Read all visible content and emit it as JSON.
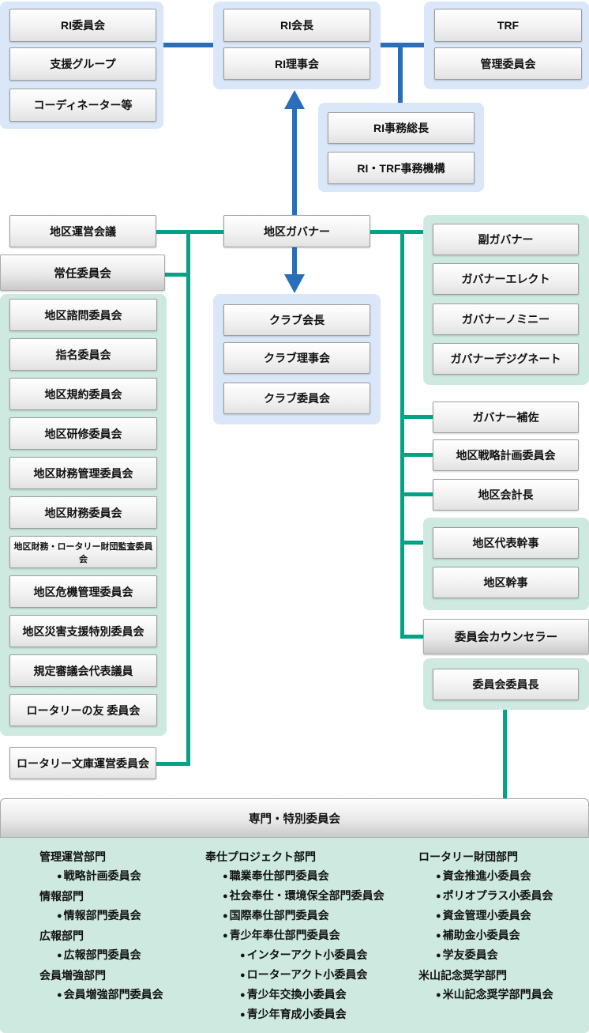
{
  "colors": {
    "line_blue": "#2a6db9",
    "line_teal": "#00a385",
    "panel_blue": "#dae7f8",
    "panel_mint": "#cde9e0"
  },
  "icons": {
    "bullet": "●"
  },
  "top_left": {
    "items": [
      "RI委員会",
      "支援グループ",
      "コーディネーター等"
    ]
  },
  "top_center": {
    "items": [
      "RI会長",
      "RI理事会"
    ]
  },
  "top_right": {
    "items": [
      "TRF",
      "管理委員会"
    ]
  },
  "secretariat": {
    "items": [
      "RI事務総長",
      "RI・TRF事務機構"
    ]
  },
  "district": {
    "council": "地区運営会議",
    "governor": "地区ガバナー"
  },
  "standing": {
    "header": "常任委員会",
    "items": [
      "地区諮問委員会",
      "指名委員会",
      "地区規約委員会",
      "地区研修委員会",
      "地区財務管理委員会",
      "地区財務委員会",
      "地区財務・ロータリー財団監査委員会",
      "地区危機管理委員会",
      "地区災害支援特別委員会",
      "規定審議会代表議員",
      "ロータリーの友 委員会"
    ]
  },
  "bunko": "ロータリー文庫運営委員会",
  "club": {
    "items": [
      "クラブ会長",
      "クラブ理事会",
      "クラブ委員会"
    ]
  },
  "governor_line": {
    "items": [
      "副ガバナー",
      "ガバナーエレクト",
      "ガバナーノミニー",
      "ガバナーデジグネート"
    ]
  },
  "district_officers": [
    "ガバナー補佐",
    "地区戦略計画委員会",
    "地区会計長"
  ],
  "secretaries": {
    "items": [
      "地区代表幹事",
      "地区幹事"
    ]
  },
  "counselor": "委員会カウンセラー",
  "chair": "委員会委員長",
  "special": {
    "header": "専門・特別委員会",
    "col1": {
      "groups": [
        {
          "heading": "管理運営部門",
          "items": [
            "戦略計画委員会"
          ]
        },
        {
          "heading": "情報部門",
          "items": [
            "情報部門委員会"
          ]
        },
        {
          "heading": "広報部門",
          "items": [
            "広報部門委員会"
          ]
        },
        {
          "heading": "会員増強部門",
          "items": [
            "会員増強部門委員会"
          ]
        }
      ]
    },
    "col2": {
      "groups": [
        {
          "heading": "奉仕プロジェクト部門",
          "items": [
            "職業奉仕部門委員会",
            "社会奉仕・環境保全部門委員会",
            "国際奉仕部門委員会",
            "青少年奉仕部門委員会"
          ],
          "subitems": [
            "インターアクト小委員会",
            "ローターアクト小委員会",
            "青少年交換小委員会",
            "青少年育成小委員会"
          ]
        }
      ]
    },
    "col3": {
      "groups": [
        {
          "heading": "ロータリー財団部門",
          "items": [
            "資金推進小委員会",
            "ポリオプラス小委員会",
            "資金管理小委員会",
            "補助金小委員会",
            "学友委員会"
          ]
        },
        {
          "heading": "米山記念奨学部門",
          "items": [
            "米山記念奨学部門員会"
          ]
        }
      ]
    }
  }
}
